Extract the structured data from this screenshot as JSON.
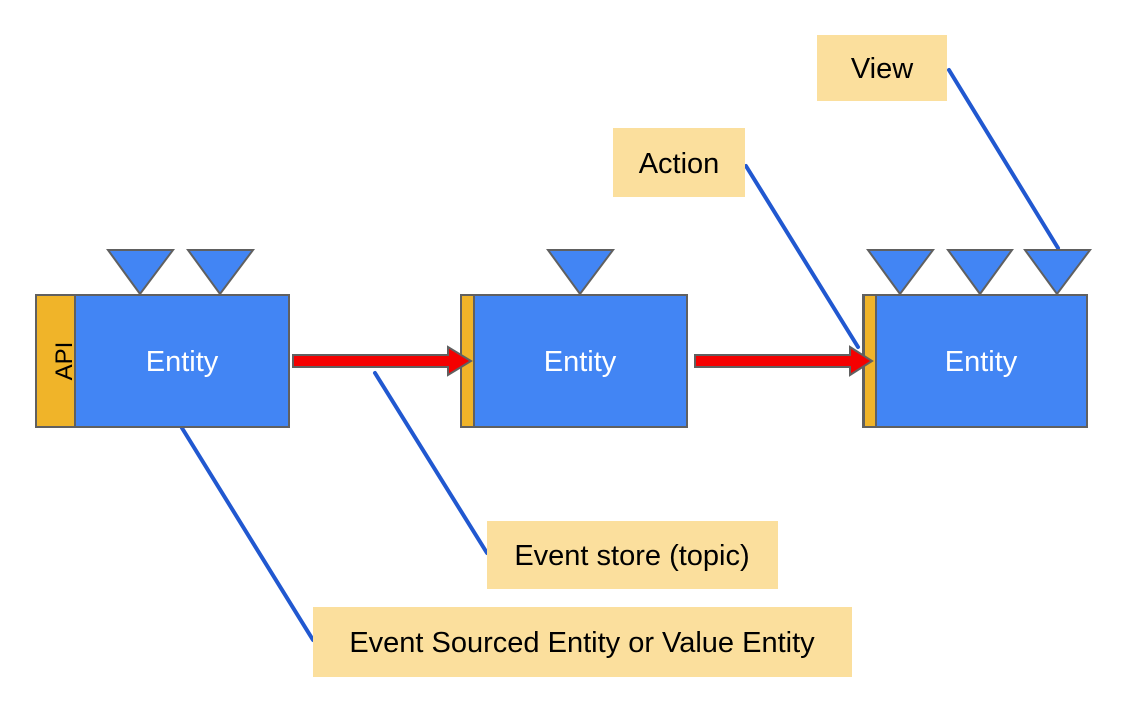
{
  "colors": {
    "entity_fill": "#4285f4",
    "triangle_fill": "#4285f4",
    "api_strip_fill": "#f0b429",
    "note_fill": "#fbdf9d",
    "arrow_fill": "#f40000",
    "connector_stroke": "#2158d0",
    "outline": "#606060",
    "entity_text": "#ffffff",
    "note_text": "#000000"
  },
  "entities": [
    {
      "label": "Entity",
      "api_label": "API",
      "inbox_triangles": 2
    },
    {
      "label": "Entity",
      "inbox_triangles": 1
    },
    {
      "label": "Entity",
      "inbox_triangles": 3
    }
  ],
  "annotations": {
    "view": "View",
    "action": "Action",
    "event_store": "Event store (topic)",
    "event_sourced": "Event Sourced Entity or Value Entity"
  }
}
